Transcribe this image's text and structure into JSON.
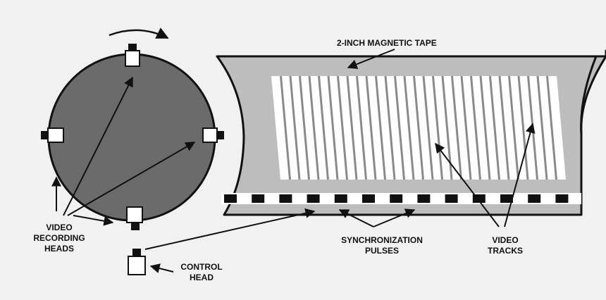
{
  "labels": {
    "tape": "2-INCH MAGNETIC TAPE",
    "video_recording_heads": [
      "VIDEO",
      "RECORDING",
      "HEADS"
    ],
    "control_head": [
      "CONTROL",
      "HEAD"
    ],
    "synchronization_pulses": [
      "SYNCHRONIZATION",
      "PULSES"
    ],
    "video_tracks": [
      "VIDEO",
      "TRACKS"
    ]
  },
  "colors": {
    "background": "#f1f1f1",
    "drum": "#6b6b6b",
    "tape": "#bdbdbd",
    "tracks": "#ffffff",
    "ink": "#111111"
  },
  "counts": {
    "video_tracks": 30,
    "sync_pulses": 13
  }
}
